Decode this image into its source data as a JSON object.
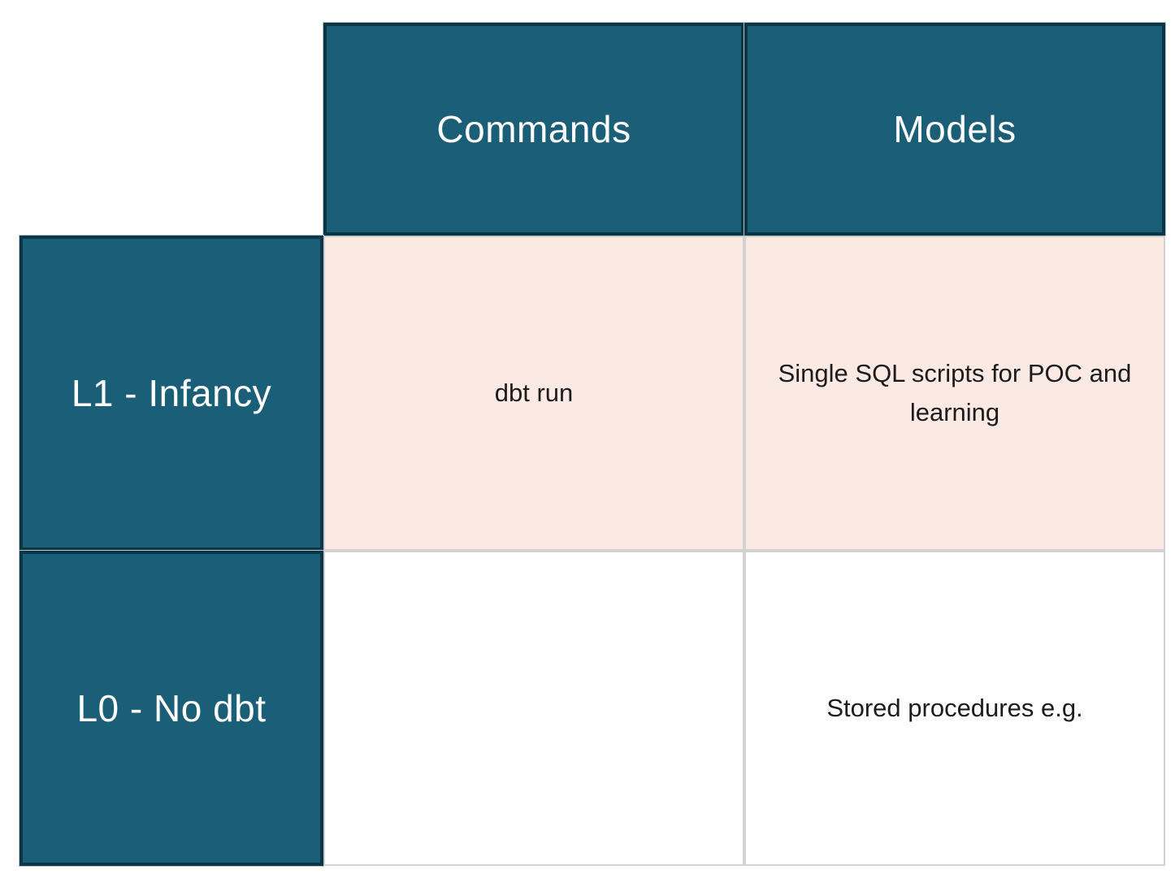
{
  "table": {
    "corner": "",
    "column_headers": [
      "Commands",
      "Models"
    ],
    "rows": [
      {
        "header": "L1 - Infancy",
        "highlighted": true,
        "cells": [
          "dbt run",
          "Single SQL scripts for POC and learning"
        ]
      },
      {
        "header": "L0 - No dbt",
        "highlighted": false,
        "cells": [
          "",
          "Stored procedures e.g."
        ]
      }
    ],
    "colors": {
      "header_bg": "#1a5e77",
      "header_border": "#0d3644",
      "header_text": "#ffffff",
      "highlight_bg": "#fbe9e4",
      "cell_border": "#d2d2d2",
      "cell_text": "#1c1c1c"
    }
  }
}
